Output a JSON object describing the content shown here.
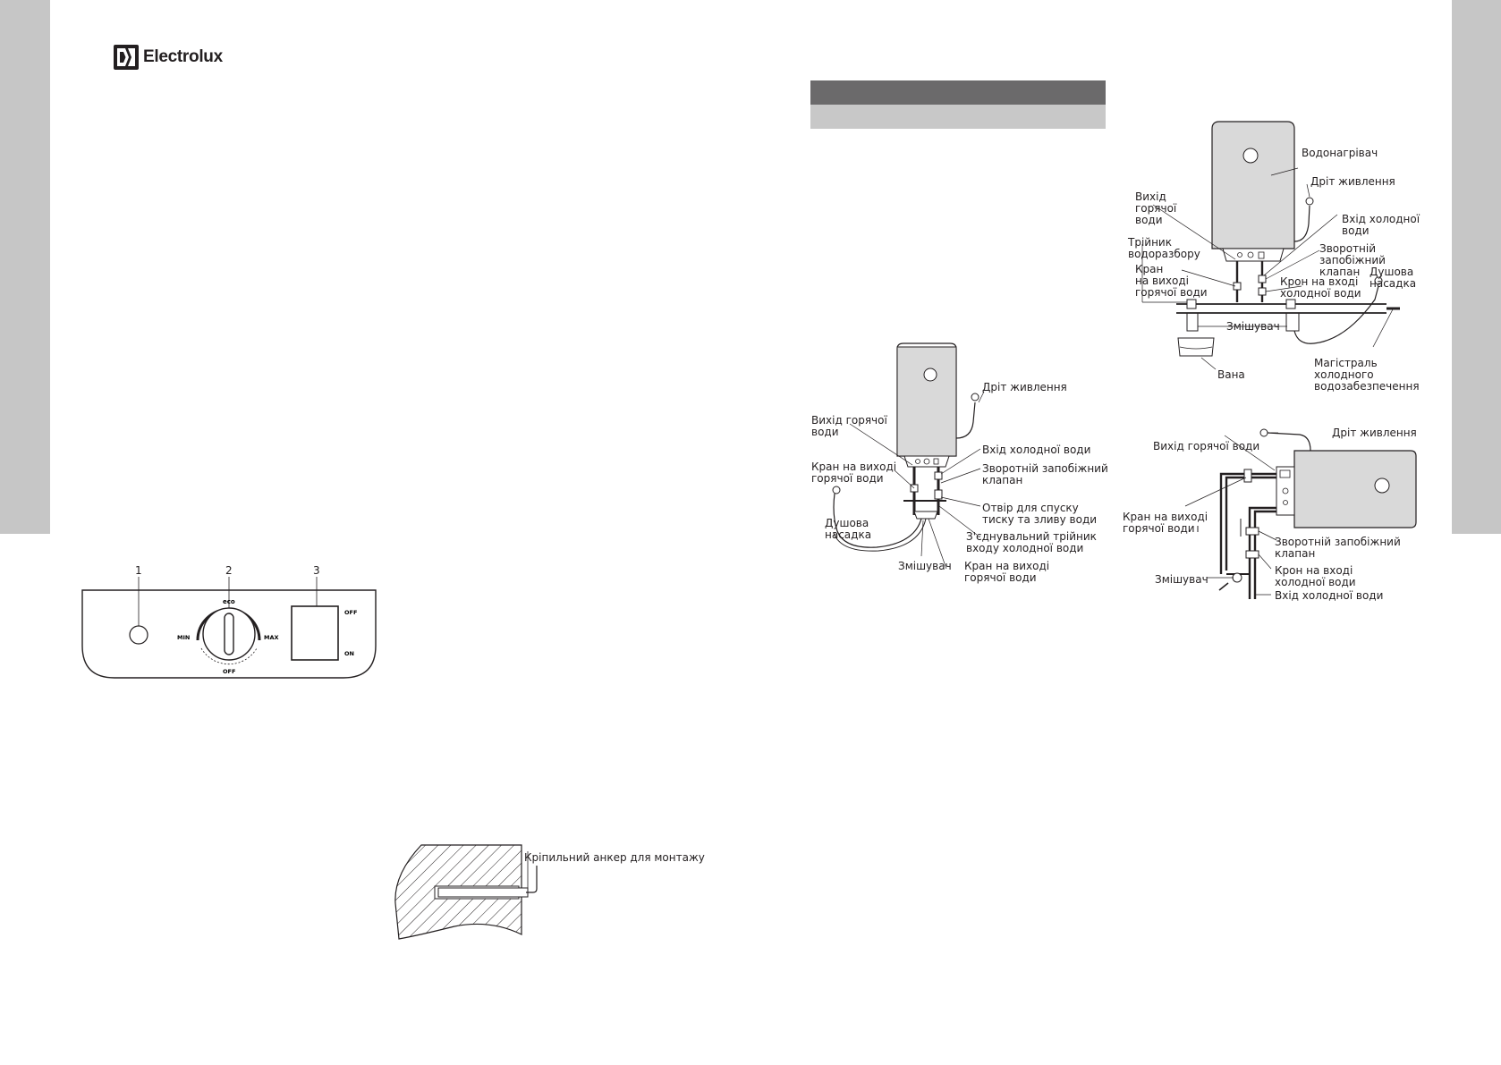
{
  "brand": {
    "name": "Electrolux"
  },
  "colors": {
    "side_strip": "#c6c6c6",
    "header_dark": "#6b6a6b",
    "header_light": "#c8c8c8",
    "line": "#231f20"
  },
  "control_panel": {
    "callouts": [
      "1",
      "2",
      "3"
    ],
    "dial_labels": {
      "eco": "eco",
      "min": "MIN",
      "max": "MAX",
      "off": "OFF"
    },
    "switch_labels": {
      "off": "OFF",
      "on": "ON"
    }
  },
  "anchor_figure": {
    "label": "Кріпильний анкер для монтажу"
  },
  "figure_left": {
    "labels": {
      "power_cord": "Дріт живлення",
      "hot_outlet": [
        "Вихід горячої",
        "води"
      ],
      "hot_valve": [
        "Кран на виході",
        "горячої води"
      ],
      "cold_inlet": "Вхід холодної води",
      "check_valve": [
        "Зворотній запобіжний",
        "клапан"
      ],
      "drain_hole": [
        "Отвір для спуску",
        "тиску та зливу води"
      ],
      "tee": [
        "З'єднувальний трійник",
        "входу холодної води"
      ],
      "shower": [
        "Душова",
        "насадка"
      ],
      "mixer": "Змішувач",
      "cold_valve": [
        "Кран на виході",
        "горячої води"
      ]
    }
  },
  "figure_top_right": {
    "labels": {
      "heater": "Водонагрівач",
      "power_cord": "Дріт живлення",
      "hot_outlet": [
        "Вихід",
        "горячої",
        "води"
      ],
      "cold_inlet": [
        "Вхід холодної",
        "води"
      ],
      "tee": [
        "Трійник",
        "водоразбору"
      ],
      "check_valve": [
        "Зворотній",
        "запобіжний",
        "клапан"
      ],
      "hot_valve": [
        "Кран",
        "на виході",
        "горячої води"
      ],
      "cold_valve": [
        "Крон на вході",
        "холодної води"
      ],
      "shower": [
        "Душова",
        "насадка"
      ],
      "mixer": "Змішувач",
      "bath": "Вана",
      "main": [
        "Магістраль",
        "холодного",
        "водозабезпечення"
      ]
    }
  },
  "figure_bottom_right": {
    "labels": {
      "power_cord": "Дріт живлення",
      "hot_outlet": "Вихід горячої води",
      "hot_valve": [
        "Кран на виході",
        "горячої води"
      ],
      "check_valve": [
        "Зворотній запобіжний",
        "клапан"
      ],
      "cold_valve": [
        "Крон на вході",
        "холодної води"
      ],
      "mixer": "Змішувач",
      "cold_inlet": "Вхід холодної води"
    }
  }
}
